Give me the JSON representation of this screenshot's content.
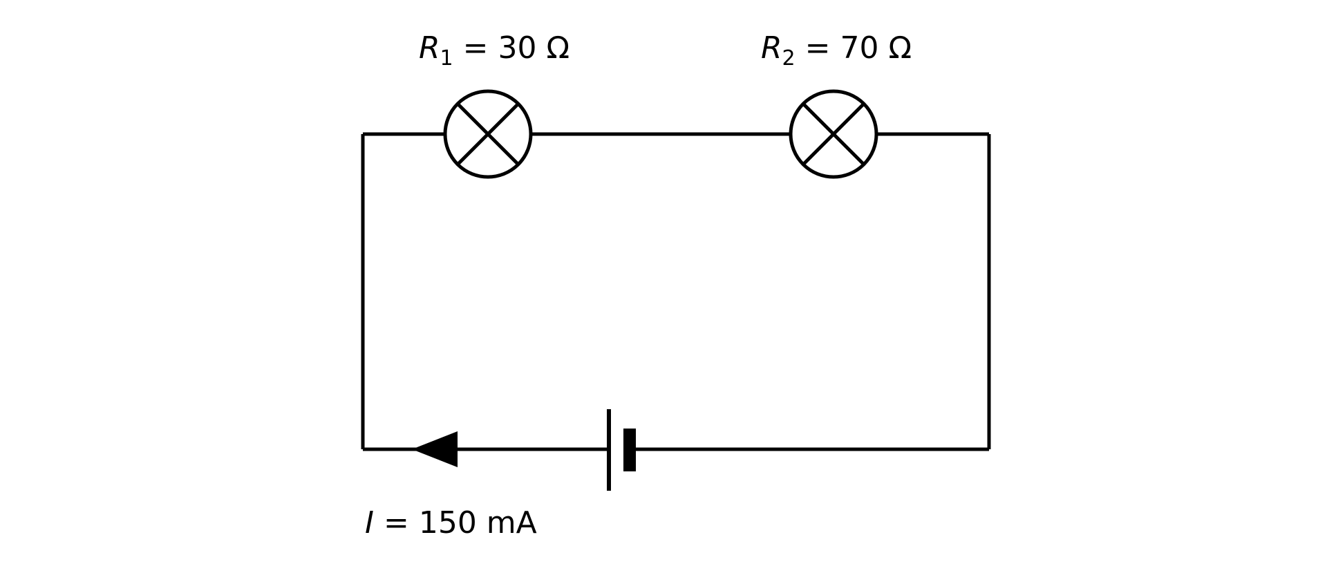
{
  "diagram": {
    "type": "series-circuit",
    "background_color": "#ffffff",
    "stroke_color": "#000000",
    "labels": {
      "r1": {
        "symbol": "R",
        "subscript": "1",
        "value": "= 30 Ω"
      },
      "r2": {
        "symbol": "R",
        "subscript": "2",
        "value": "= 70 Ω"
      },
      "current": {
        "symbol": "I",
        "value": "= 150 mA"
      }
    },
    "components": [
      {
        "name": "lamp-1",
        "kind": "lamp",
        "label": "R1 = 30 Ω"
      },
      {
        "name": "lamp-2",
        "kind": "lamp",
        "label": "R2 = 70 Ω"
      },
      {
        "name": "battery",
        "kind": "cell"
      },
      {
        "name": "current-arrow",
        "kind": "arrow",
        "direction": "left",
        "label": "I = 150 mA"
      }
    ]
  }
}
